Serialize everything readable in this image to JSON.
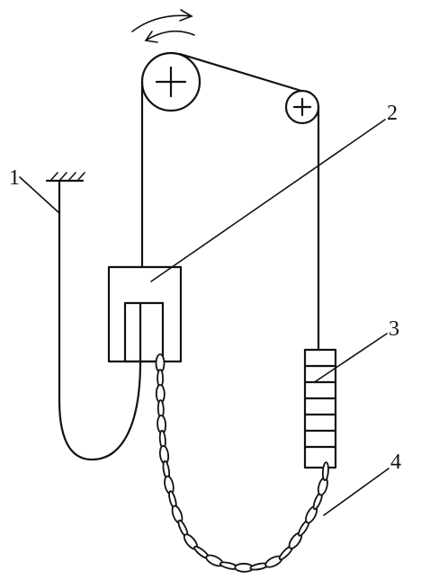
{
  "labels": {
    "hoist_rope": "1",
    "car": "2",
    "counterweight": "3",
    "compensating_chain": "4"
  },
  "colors": {
    "line": "#111111",
    "background": "#ffffff"
  }
}
